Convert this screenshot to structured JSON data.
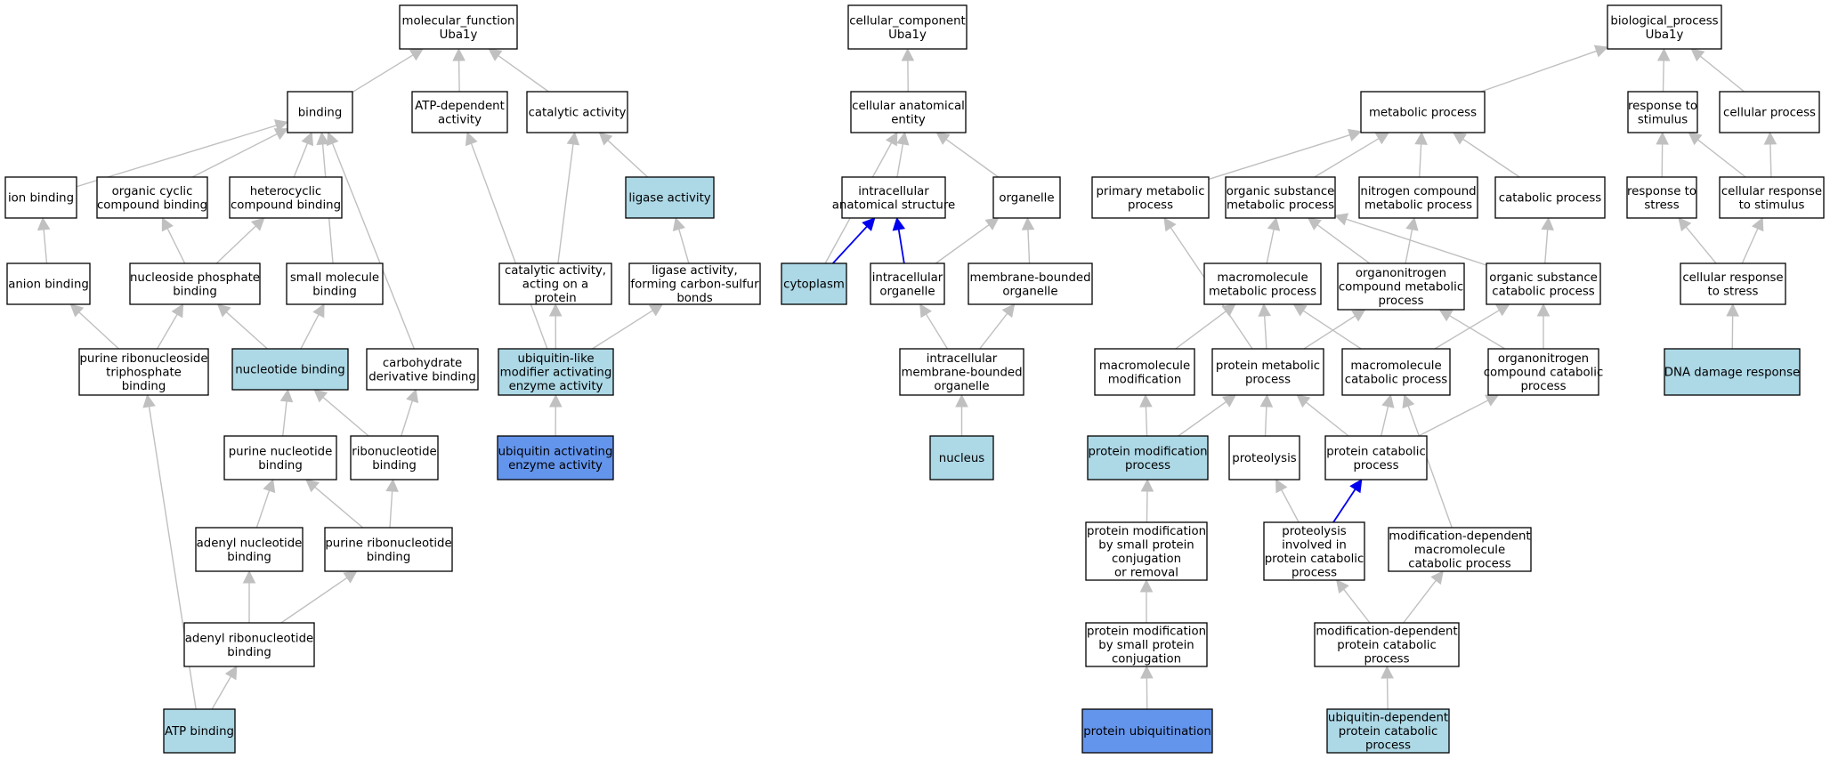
{
  "colors": {
    "plain": "#ffffff",
    "light": "#add8e6",
    "dark": "#6495ed",
    "grey_edge": "#c0c0c0",
    "blue_edge": "#0000ee"
  },
  "nodes": [
    {
      "id": "mf",
      "lines": [
        "molecular_function",
        "Uba1y"
      ],
      "style": "plain"
    },
    {
      "id": "binding",
      "lines": [
        "binding"
      ],
      "style": "plain"
    },
    {
      "id": "atpdep",
      "lines": [
        "ATP-dependent",
        "activity"
      ],
      "style": "plain"
    },
    {
      "id": "catal",
      "lines": [
        "catalytic activity"
      ],
      "style": "plain"
    },
    {
      "id": "ionb",
      "lines": [
        "ion binding"
      ],
      "style": "plain"
    },
    {
      "id": "orgcyc",
      "lines": [
        "organic cyclic",
        "compound binding"
      ],
      "style": "plain"
    },
    {
      "id": "hetcyc",
      "lines": [
        "heterocyclic",
        "compound binding"
      ],
      "style": "plain"
    },
    {
      "id": "ligase",
      "lines": [
        "ligase activity"
      ],
      "style": "light"
    },
    {
      "id": "anionb",
      "lines": [
        "anion binding"
      ],
      "style": "plain"
    },
    {
      "id": "nsphosb",
      "lines": [
        "nucleoside phosphate",
        "binding"
      ],
      "style": "plain"
    },
    {
      "id": "smallmol",
      "lines": [
        "small molecule",
        "binding"
      ],
      "style": "plain"
    },
    {
      "id": "catprot",
      "lines": [
        "catalytic activity,",
        "acting on a",
        "protein"
      ],
      "style": "plain"
    },
    {
      "id": "ligcs",
      "lines": [
        "ligase activity,",
        "forming carbon-sulfur",
        "bonds"
      ],
      "style": "plain"
    },
    {
      "id": "purribotri",
      "lines": [
        "purine ribonucleoside",
        "triphosphate",
        "binding"
      ],
      "style": "plain"
    },
    {
      "id": "nucb",
      "lines": [
        "nucleotide binding"
      ],
      "style": "light"
    },
    {
      "id": "carbder",
      "lines": [
        "carbohydrate",
        "derivative binding"
      ],
      "style": "plain"
    },
    {
      "id": "ubl",
      "lines": [
        "ubiquitin-like",
        "modifier activating",
        "enzyme activity"
      ],
      "style": "light"
    },
    {
      "id": "purnuc",
      "lines": [
        "purine nucleotide",
        "binding"
      ],
      "style": "plain"
    },
    {
      "id": "ribonuc",
      "lines": [
        "ribonucleotide",
        "binding"
      ],
      "style": "plain"
    },
    {
      "id": "ubact",
      "lines": [
        "ubiquitin activating",
        "enzyme activity"
      ],
      "style": "dark"
    },
    {
      "id": "adennuc",
      "lines": [
        "adenyl nucleotide",
        "binding"
      ],
      "style": "plain"
    },
    {
      "id": "purribonuc",
      "lines": [
        "purine ribonucleotide",
        "binding"
      ],
      "style": "plain"
    },
    {
      "id": "adenribo",
      "lines": [
        "adenyl ribonucleotide",
        "binding"
      ],
      "style": "plain"
    },
    {
      "id": "atpb",
      "lines": [
        "ATP binding"
      ],
      "style": "light"
    },
    {
      "id": "cc",
      "lines": [
        "cellular_component",
        "Uba1y"
      ],
      "style": "plain"
    },
    {
      "id": "cae",
      "lines": [
        "cellular anatomical",
        "entity"
      ],
      "style": "plain"
    },
    {
      "id": "ias",
      "lines": [
        "intracellular",
        "anatomical structure"
      ],
      "style": "plain"
    },
    {
      "id": "organelle",
      "lines": [
        "organelle"
      ],
      "style": "plain"
    },
    {
      "id": "cytoplasm",
      "lines": [
        "cytoplasm"
      ],
      "style": "light"
    },
    {
      "id": "intorg",
      "lines": [
        "intracellular",
        "organelle"
      ],
      "style": "plain"
    },
    {
      "id": "membo",
      "lines": [
        "membrane-bounded",
        "organelle"
      ],
      "style": "plain"
    },
    {
      "id": "intmemb",
      "lines": [
        "intracellular",
        "membrane-bounded",
        "organelle"
      ],
      "style": "plain"
    },
    {
      "id": "nucleus",
      "lines": [
        "nucleus"
      ],
      "style": "light"
    },
    {
      "id": "bp",
      "lines": [
        "biological_process",
        "Uba1y"
      ],
      "style": "plain"
    },
    {
      "id": "metab",
      "lines": [
        "metabolic process"
      ],
      "style": "plain"
    },
    {
      "id": "respstim",
      "lines": [
        "response to",
        "stimulus"
      ],
      "style": "plain"
    },
    {
      "id": "cellproc",
      "lines": [
        "cellular process"
      ],
      "style": "plain"
    },
    {
      "id": "primmet",
      "lines": [
        "primary metabolic",
        "process"
      ],
      "style": "plain"
    },
    {
      "id": "orgsubmet",
      "lines": [
        "organic substance",
        "metabolic process"
      ],
      "style": "plain"
    },
    {
      "id": "nitro",
      "lines": [
        "nitrogen compound",
        "metabolic process"
      ],
      "style": "plain"
    },
    {
      "id": "catab",
      "lines": [
        "catabolic process"
      ],
      "style": "plain"
    },
    {
      "id": "respstress",
      "lines": [
        "response to",
        "stress"
      ],
      "style": "plain"
    },
    {
      "id": "cellresp",
      "lines": [
        "cellular response",
        "to stimulus"
      ],
      "style": "plain"
    },
    {
      "id": "macromet",
      "lines": [
        "macromolecule",
        "metabolic process"
      ],
      "style": "plain"
    },
    {
      "id": "orgnitmet",
      "lines": [
        "organonitrogen",
        "compound metabolic",
        "process"
      ],
      "style": "plain"
    },
    {
      "id": "orgsubcat",
      "lines": [
        "organic substance",
        "catabolic process"
      ],
      "style": "plain"
    },
    {
      "id": "cellrespstress",
      "lines": [
        "cellular response",
        "to stress"
      ],
      "style": "plain"
    },
    {
      "id": "macromod",
      "lines": [
        "macromolecule",
        "modification"
      ],
      "style": "plain"
    },
    {
      "id": "protmet",
      "lines": [
        "protein metabolic",
        "process"
      ],
      "style": "plain"
    },
    {
      "id": "macrocat",
      "lines": [
        "macromolecule",
        "catabolic process"
      ],
      "style": "plain"
    },
    {
      "id": "orgnitcat",
      "lines": [
        "organonitrogen",
        "compound catabolic",
        "process"
      ],
      "style": "plain"
    },
    {
      "id": "dnadmg",
      "lines": [
        "DNA damage response"
      ],
      "style": "light"
    },
    {
      "id": "protmod",
      "lines": [
        "protein modification",
        "process"
      ],
      "style": "light"
    },
    {
      "id": "proteolysis",
      "lines": [
        "proteolysis"
      ],
      "style": "plain"
    },
    {
      "id": "protcat",
      "lines": [
        "protein catabolic",
        "process"
      ],
      "style": "plain"
    },
    {
      "id": "pmsmall",
      "lines": [
        "protein modification",
        "by small protein",
        "conjugation",
        "or removal"
      ],
      "style": "plain"
    },
    {
      "id": "protinv",
      "lines": [
        "proteolysis",
        "involved in",
        "protein catabolic",
        "process"
      ],
      "style": "plain"
    },
    {
      "id": "moddepmacro",
      "lines": [
        "modification-dependent",
        "macromolecule",
        "catabolic process"
      ],
      "style": "plain"
    },
    {
      "id": "pmsmconj",
      "lines": [
        "protein modification",
        "by small protein",
        "conjugation"
      ],
      "style": "plain"
    },
    {
      "id": "moddepprot",
      "lines": [
        "modification-dependent",
        "protein catabolic",
        "process"
      ],
      "style": "plain"
    },
    {
      "id": "protubiq",
      "lines": [
        "protein ubiquitination"
      ],
      "style": "dark"
    },
    {
      "id": "ubdep",
      "lines": [
        "ubiquitin-dependent",
        "protein catabolic",
        "process"
      ],
      "style": "light"
    }
  ],
  "edges": [
    {
      "from": "binding",
      "to": "mf"
    },
    {
      "from": "atpdep",
      "to": "mf"
    },
    {
      "from": "catal",
      "to": "mf"
    },
    {
      "from": "ionb",
      "to": "binding"
    },
    {
      "from": "orgcyc",
      "to": "binding"
    },
    {
      "from": "hetcyc",
      "to": "binding"
    },
    {
      "from": "smallmol",
      "to": "binding"
    },
    {
      "from": "carbder",
      "to": "binding"
    },
    {
      "from": "ligase",
      "to": "catal"
    },
    {
      "from": "catprot",
      "to": "catal"
    },
    {
      "from": "anionb",
      "to": "ionb"
    },
    {
      "from": "nsphosb",
      "to": "orgcyc"
    },
    {
      "from": "nsphosb",
      "to": "hetcyc"
    },
    {
      "from": "ligcs",
      "to": "ligase"
    },
    {
      "from": "purribotri",
      "to": "anionb"
    },
    {
      "from": "purribotri",
      "to": "nsphosb"
    },
    {
      "from": "nucb",
      "to": "nsphosb"
    },
    {
      "from": "nucb",
      "to": "smallmol"
    },
    {
      "from": "ubl",
      "to": "atpdep"
    },
    {
      "from": "ubl",
      "to": "catprot"
    },
    {
      "from": "ubl",
      "to": "ligcs"
    },
    {
      "from": "purnuc",
      "to": "nucb"
    },
    {
      "from": "ribonuc",
      "to": "nucb"
    },
    {
      "from": "ribonuc",
      "to": "carbder"
    },
    {
      "from": "ubact",
      "to": "ubl"
    },
    {
      "from": "adennuc",
      "to": "purnuc"
    },
    {
      "from": "purribonuc",
      "to": "purnuc"
    },
    {
      "from": "purribonuc",
      "to": "ribonuc"
    },
    {
      "from": "adenribo",
      "to": "adennuc"
    },
    {
      "from": "adenribo",
      "to": "purribonuc"
    },
    {
      "from": "atpb",
      "to": "adenribo"
    },
    {
      "from": "atpb",
      "to": "purribotri"
    },
    {
      "from": "cae",
      "to": "cc"
    },
    {
      "from": "ias",
      "to": "cae"
    },
    {
      "from": "organelle",
      "to": "cae"
    },
    {
      "from": "cytoplasm",
      "to": "cae"
    },
    {
      "from": "cytoplasm",
      "to": "ias",
      "color": "blue"
    },
    {
      "from": "intorg",
      "to": "ias",
      "color": "blue"
    },
    {
      "from": "intorg",
      "to": "organelle"
    },
    {
      "from": "membo",
      "to": "organelle"
    },
    {
      "from": "intmemb",
      "to": "intorg"
    },
    {
      "from": "intmemb",
      "to": "membo"
    },
    {
      "from": "nucleus",
      "to": "intmemb"
    },
    {
      "from": "metab",
      "to": "bp"
    },
    {
      "from": "respstim",
      "to": "bp"
    },
    {
      "from": "cellproc",
      "to": "bp"
    },
    {
      "from": "primmet",
      "to": "metab"
    },
    {
      "from": "orgsubmet",
      "to": "metab"
    },
    {
      "from": "nitro",
      "to": "metab"
    },
    {
      "from": "catab",
      "to": "metab"
    },
    {
      "from": "respstress",
      "to": "respstim"
    },
    {
      "from": "cellresp",
      "to": "respstim"
    },
    {
      "from": "cellresp",
      "to": "cellproc"
    },
    {
      "from": "macromet",
      "to": "orgsubmet"
    },
    {
      "from": "orgnitmet",
      "to": "orgsubmet"
    },
    {
      "from": "orgnitmet",
      "to": "nitro"
    },
    {
      "from": "orgsubcat",
      "to": "orgsubmet"
    },
    {
      "from": "orgsubcat",
      "to": "catab"
    },
    {
      "from": "cellrespstress",
      "to": "respstress"
    },
    {
      "from": "cellrespstress",
      "to": "cellresp"
    },
    {
      "from": "macromod",
      "to": "macromet"
    },
    {
      "from": "protmet",
      "to": "primmet"
    },
    {
      "from": "protmet",
      "to": "macromet"
    },
    {
      "from": "protmet",
      "to": "orgnitmet"
    },
    {
      "from": "macrocat",
      "to": "macromet"
    },
    {
      "from": "macrocat",
      "to": "orgsubcat"
    },
    {
      "from": "orgnitcat",
      "to": "orgnitmet"
    },
    {
      "from": "orgnitcat",
      "to": "orgsubcat"
    },
    {
      "from": "dnadmg",
      "to": "cellrespstress"
    },
    {
      "from": "protmod",
      "to": "macromod"
    },
    {
      "from": "protmod",
      "to": "protmet"
    },
    {
      "from": "proteolysis",
      "to": "protmet"
    },
    {
      "from": "protcat",
      "to": "protmet"
    },
    {
      "from": "protcat",
      "to": "macrocat"
    },
    {
      "from": "protcat",
      "to": "orgnitcat"
    },
    {
      "from": "pmsmall",
      "to": "protmod"
    },
    {
      "from": "protinv",
      "to": "proteolysis"
    },
    {
      "from": "protinv",
      "to": "protcat",
      "color": "blue"
    },
    {
      "from": "moddepmacro",
      "to": "macrocat"
    },
    {
      "from": "pmsmconj",
      "to": "pmsmall"
    },
    {
      "from": "moddepprot",
      "to": "protinv"
    },
    {
      "from": "moddepprot",
      "to": "moddepmacro"
    },
    {
      "from": "protubiq",
      "to": "pmsmconj"
    },
    {
      "from": "ubdep",
      "to": "moddepprot"
    }
  ]
}
